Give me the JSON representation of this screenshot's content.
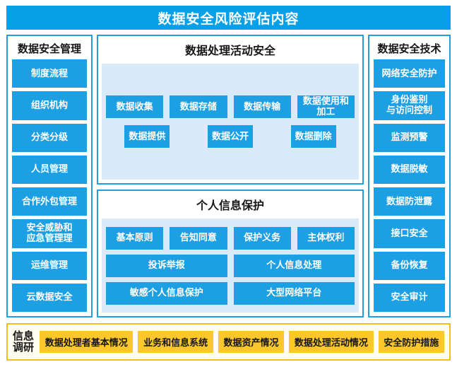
{
  "header": {
    "title": "数据安全风险评估内容",
    "background": "#05A0E8",
    "text_color": "#FFFFFF"
  },
  "theme": {
    "blue_chip": "#1CA0E3",
    "panel_border": "#1CA0E3",
    "panel_inner_bg": "#D9EBF8",
    "gold_chip": "#FBC72B",
    "gold_border": "#EFC11F",
    "gold_bg": "#FFFDF0"
  },
  "left_column": {
    "title": "数据安全管理",
    "items": [
      {
        "label": "制度流程"
      },
      {
        "label": "组织机构"
      },
      {
        "label": "分类分级"
      },
      {
        "label": "人员管理"
      },
      {
        "label": "合作外包管理"
      },
      {
        "label": "安全威胁和\n应急管理理"
      },
      {
        "label": "运维管理"
      },
      {
        "label": "云数据安全"
      }
    ]
  },
  "right_column": {
    "title": "数据安全技术",
    "items": [
      {
        "label": "网络安全防护"
      },
      {
        "label": "身份鉴别\n与访问控制"
      },
      {
        "label": "监测预警"
      },
      {
        "label": "数据脱敏"
      },
      {
        "label": "数据防泄露"
      },
      {
        "label": "接口安全"
      },
      {
        "label": "备份恢复"
      },
      {
        "label": "安全审计"
      }
    ]
  },
  "center_panels": [
    {
      "title": "数据处理活动安全",
      "rows": [
        {
          "items": [
            "数据收集",
            "数据存储",
            "数据传输",
            "数据使用和加工"
          ]
        },
        {
          "items": [
            "数据提供",
            "数据公开",
            "数据删除"
          ]
        }
      ]
    },
    {
      "title": "个人信息保护",
      "rows": [
        {
          "items": [
            "基本原则",
            "告知同意",
            "保护义务",
            "主体权利"
          ]
        },
        {
          "items": [
            "投诉举报",
            "个人信息处理"
          ]
        },
        {
          "items": [
            "敏感个人信息保护",
            "大型网络平台"
          ]
        }
      ]
    }
  ],
  "bottom_bar": {
    "label": "信息\n调研",
    "items": [
      "数据处理者基本情况",
      "业务和信息系统",
      "数据资产情况",
      "数据处理活动情况",
      "安全防护措施"
    ]
  }
}
